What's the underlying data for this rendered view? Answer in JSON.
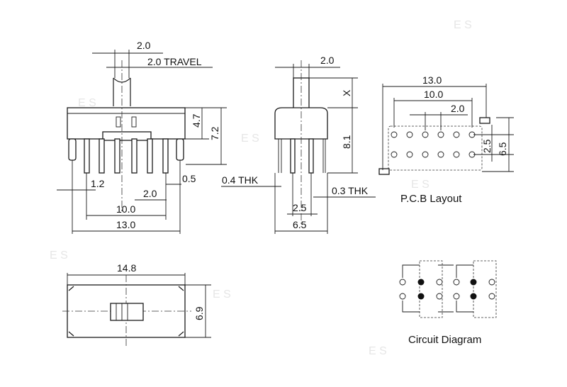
{
  "side_view": {
    "dim_top": "2.0",
    "dim_travel": "2.0 TRAVEL",
    "dim_height_upper": "4.7",
    "dim_height_total": "7.2",
    "dim_pin_width": "1.2",
    "dim_pin_pitch": "2.0",
    "dim_pin_thk": "0.5",
    "dim_pin_span": "10.0",
    "dim_body_length": "13.0"
  },
  "end_view": {
    "dim_actuator": "2.0",
    "dim_x": "X",
    "dim_pin_length": "8.1",
    "label_thk_left": "0.4 THK",
    "label_thk_right": "0.3 THK",
    "dim_row_spacing": "2.5",
    "dim_width": "6.5"
  },
  "pcb_layout": {
    "dim_total": "13.0",
    "dim_span": "10.0",
    "dim_pitch": "2.0",
    "dim_row": "2.5",
    "dim_width": "6.5",
    "caption": "P.C.B Layout"
  },
  "top_view": {
    "dim_length": "14.8",
    "dim_width": "6.9"
  },
  "circuit": {
    "caption": "Circuit Diagram"
  }
}
